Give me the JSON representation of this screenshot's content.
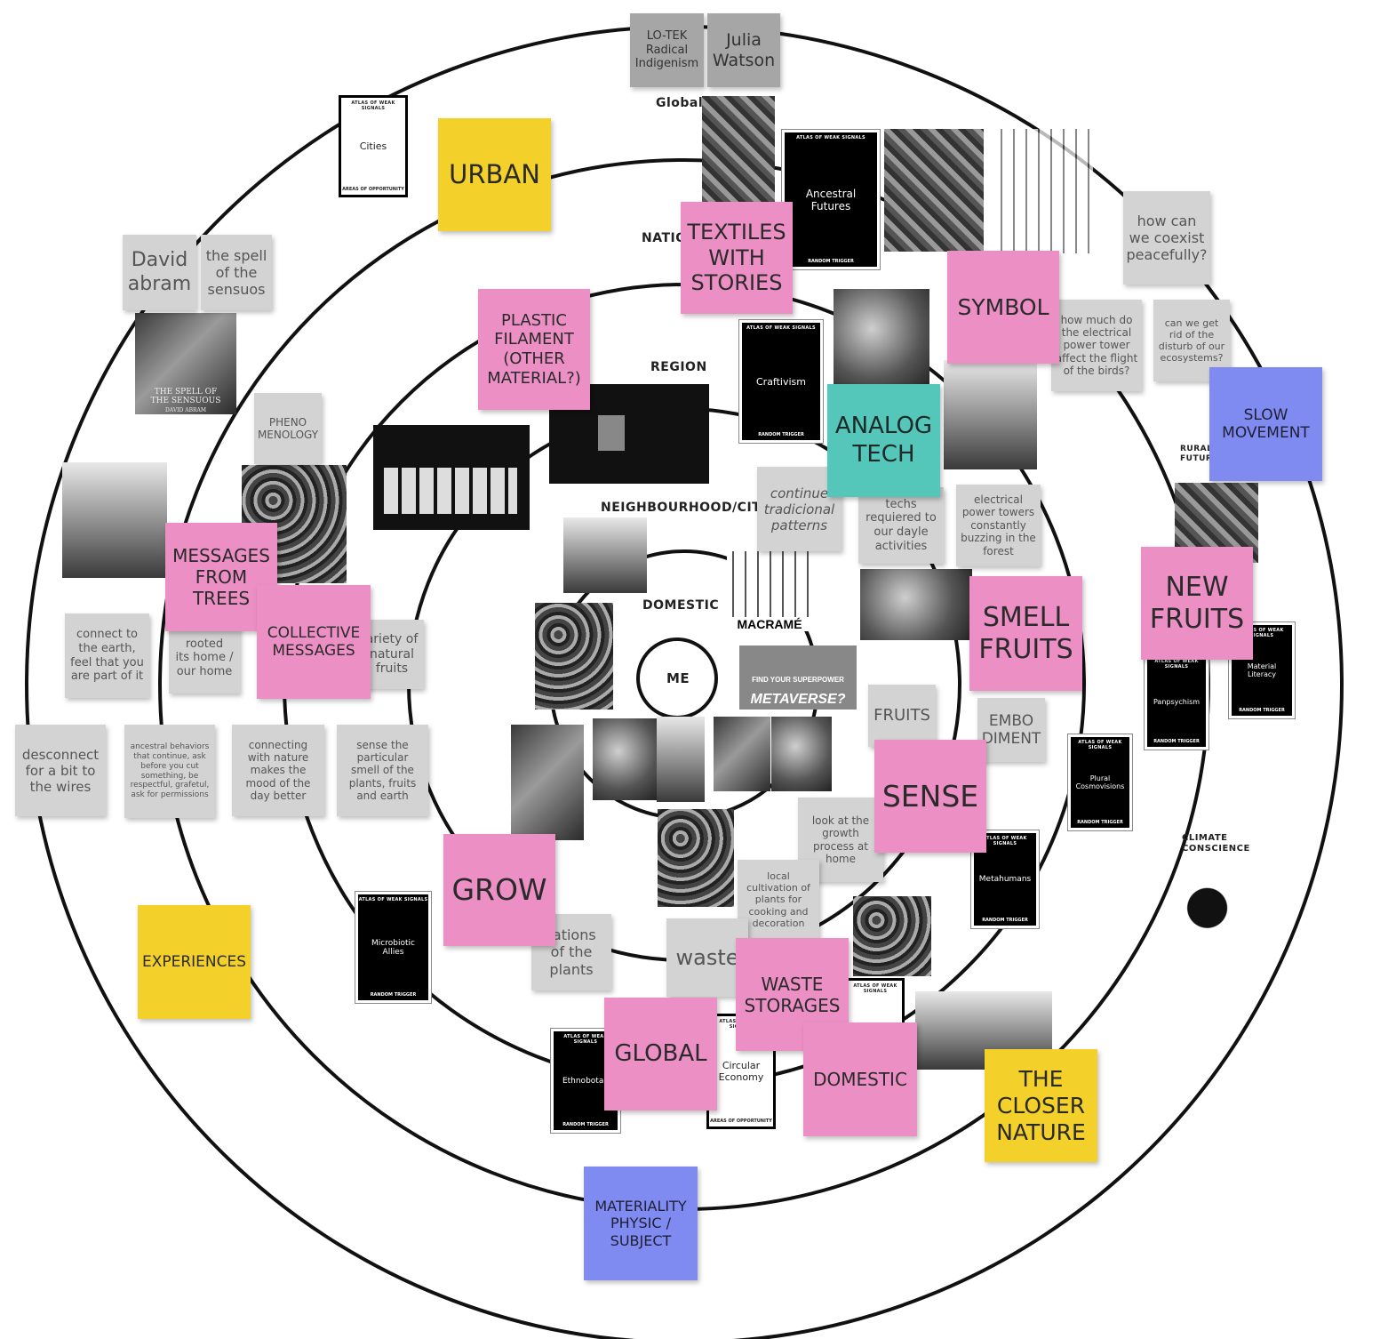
{
  "levels": {
    "global": "Global",
    "nation": "NATIO",
    "region": "REGION",
    "neighbourhood": "NEIGHBOURHOOD/CITY",
    "domestic": "DOMESTIC",
    "me": "ME",
    "rural": "RURAL\nFUTUR",
    "climate": "CLIMATE\nCONSCIENCE"
  },
  "notes": {
    "lotek": "LO-TEK\nRadical\nIndigenism",
    "julia": "Julia\nWatson",
    "urban": "URBAN",
    "textiles": "TEXTILES\nWITH\nSTORIES",
    "plastic": "PLASTIC\nFILAMENT\n(OTHER\nMATERIAL?)",
    "symbol": "SYMBOL",
    "coexist": "how can\nwe coexist\npeacefully?",
    "tower": "how much do\nthe electrical\npower tower\naffect the flight\nof the birds?",
    "disturb": "can we get\nrid of the\ndisturb of our\necosystems?",
    "slow": "SLOW\nMOVEMENT",
    "david": "David\nabram",
    "spell": "the spell\nof the\nsensuos",
    "pheno": "PHENO\nMENOLOGY",
    "analog": "ANALOG\nTECH",
    "continue": "continue\ntradicional\npatterns",
    "techs": "techs\nrequiered to\nour dayle\nactivities",
    "buzzing": "electrical\npower towers\nconstantly\nbuzzing in the\nforest",
    "messages": "MESSAGES\nFROM\nTREES",
    "collective": "COLLECTIVE\nMESSAGES",
    "variety": "ariety of\nnatural\nfruits",
    "rooted": "rooted\nits home /\nour home",
    "connect": "connect to\nthe earth,\nfeel that you\nare part of it",
    "smell": "SMELL\nFRUITS",
    "newfruits": "NEW\nFRUITS",
    "fruits": "FRUITS",
    "embo": "EMBO\nDIMENT",
    "disconnect": "desconnect\nfor a bit to\nthe wires",
    "ancestral": "ancestral behaviors\nthat continue, ask\nbefore you cut\nsomething, be\nrespectful, grafetul,\nask for permissions",
    "connecting": "connecting\nwith nature\nmakes the\nmood of the\nday better",
    "sensesmell": "sense the\nparticular\nsmell of the\nplants, fruits\nand earth",
    "sense": "SENSE",
    "growth": "look at the\ngrowth\nprocess at\nhome",
    "local": "local\ncultivation of\nplants for\ncooking and\ndecoration",
    "grow": "GROW",
    "rations": "rations\nof the\nplants",
    "waste": "waste",
    "wastestor": "WASTE\nSTORAGES",
    "experiences": "EXPERIENCES",
    "global": "GLOBAL",
    "domestic": "DOMESTIC",
    "closer": "THE\nCLOSER\nNATURE",
    "materiality": "MATERIALITY\nPHYSIC /\nSUBJECT"
  },
  "cards": {
    "header": "ATLAS OF WEAK SIGNALS",
    "random": "RANDOM TRIGGER",
    "areas": "AREAS OF OPPORTUNITY",
    "cities": "Cities",
    "ancestral": "Ancestral\nFutures",
    "craftivism": "Craftivism",
    "microbiotic": "Microbiotic\nAllies",
    "ethnobotany": "Ethnobotan",
    "circular": "Circular\nEconomy",
    "metahumans": "Metahumans",
    "plural": "Plural\nCosmovisions",
    "panpsychism": "Panpsychism",
    "material": "Material\nLiteracy"
  },
  "images": {
    "macrame": "MACRAMÉ",
    "metaverse": "METAVERSE?",
    "superpower": "FIND YOUR SUPERPOWER",
    "book": "THE SPELL OF\nTHE SENSUOUS",
    "bookauthor": "DAVID ABRAM"
  }
}
